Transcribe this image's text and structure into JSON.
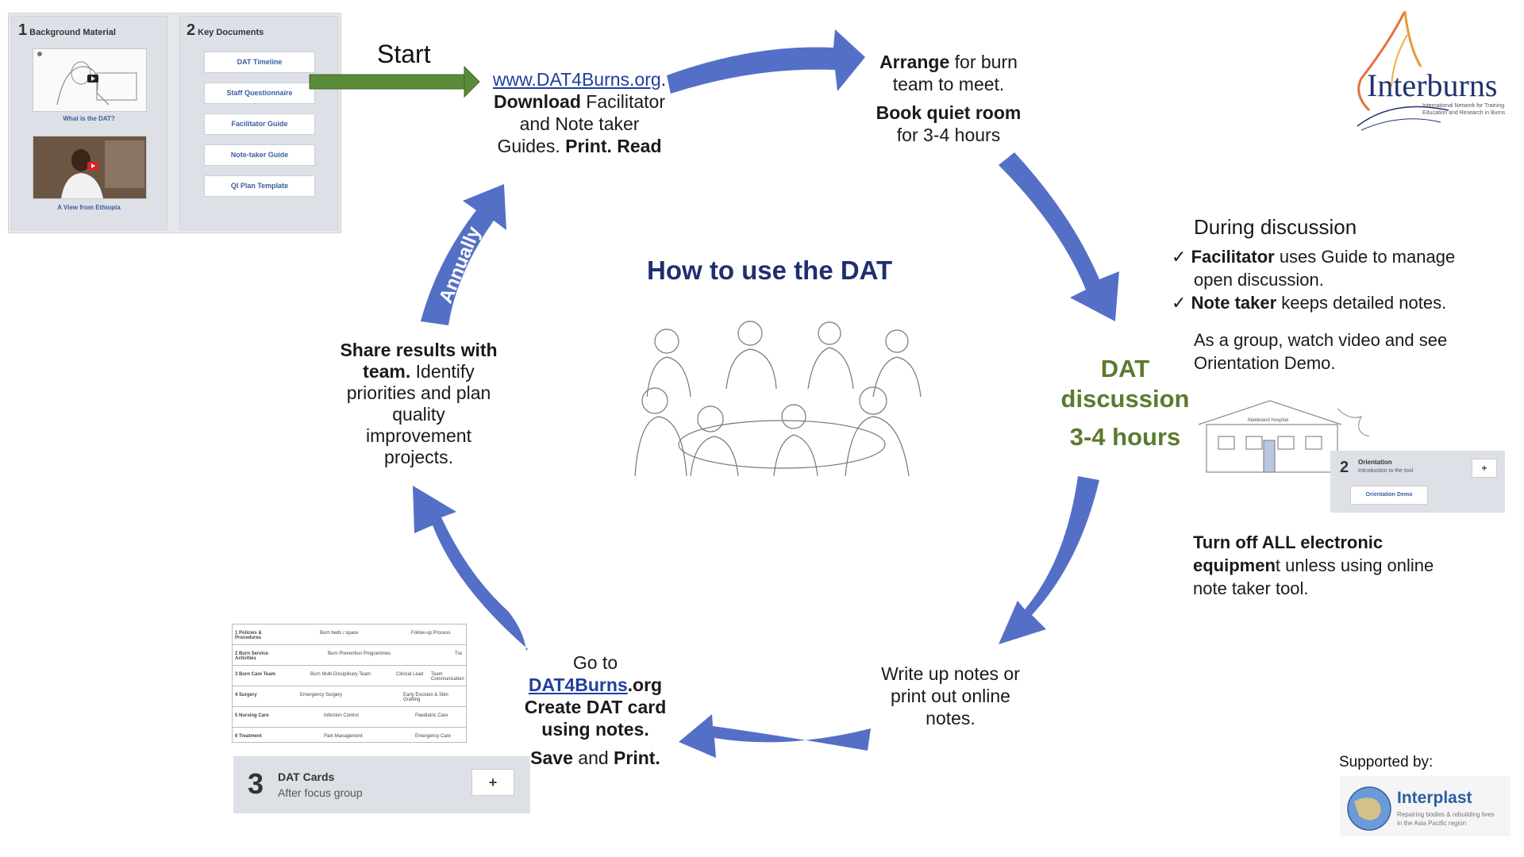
{
  "start_label": "Start",
  "panel_background": {
    "num": "1",
    "title": "Background Material",
    "thumb1_caption": "What is the DAT?",
    "thumb2_caption": "A View from Ethiopia"
  },
  "panel_documents": {
    "num": "2",
    "title": "Key Documents",
    "buttons": [
      "DAT Timeline",
      "Staff Questionnaire",
      "Facilitator Guide",
      "Note-taker Guide",
      "QI Plan Template"
    ]
  },
  "step_download": {
    "link": "www.DAT4Burns.org",
    "after_link": ".",
    "l1_bold": "Download",
    "l1_rest": " Facilitator",
    "l2": "and Note taker",
    "l3_rest": "Guides. ",
    "l3_bold": "Print. Read"
  },
  "step_arrange": {
    "l1_bold": "Arrange",
    "l1_rest": " for burn",
    "l2": "team to meet.",
    "l3_bold": "Book quiet room",
    "l4": "for 3-4 hours"
  },
  "logo_interburns": {
    "name": "Interburns",
    "tagline1": "International Network for Training",
    "tagline2": "Education and Research in Burns"
  },
  "during": {
    "heading": "During discussion",
    "item1_bold": "Facilitator",
    "item1_rest": " uses Guide to manage",
    "item1_rest2": "open discussion.",
    "item2_bold": "Note taker",
    "item2_rest": " keeps detailed notes.",
    "group_l1": "As a group, watch video and see",
    "group_l2": "Orientation Demo."
  },
  "dat_discussion": {
    "l1": "DAT",
    "l2": "discussion",
    "l3": "3-4 hours"
  },
  "orientation_card": {
    "hospital_sign": "Maldeland Hospital",
    "num": "2",
    "title": "Orientation",
    "subtitle": "Introduction to the tool",
    "button": "Orientation Demo",
    "plus": "+"
  },
  "turn_off": {
    "l1_bold": "Turn off ALL electronic",
    "l2_bold": "equipmen",
    "l2_rest": "t unless using online",
    "l3": "note taker tool."
  },
  "center": {
    "title": "How to use the DAT"
  },
  "annually_label": "Annually",
  "share_results": {
    "l1_bold": "Share results with",
    "l2_bold": "team.",
    "l2_rest": " Identify",
    "l3": "priorities and plan",
    "l4": "quality",
    "l5": "improvement",
    "l6": "projects."
  },
  "write_up": {
    "l1": "Write up notes or",
    "l2": "print out online",
    "l3": "notes."
  },
  "go_to": {
    "l1": "Go to",
    "link": "DAT4Burns",
    "link_rest": ".org",
    "l3": "Create DAT card",
    "l4": "using notes.",
    "l5_bold1": "Save",
    "l5_mid": " and ",
    "l5_bold2": "Print."
  },
  "dat_table": {
    "rows": [
      {
        "label": "1 Policies & Procedures",
        "c1": "Burn beds / space",
        "c2": "Follow-up Process"
      },
      {
        "label": "2 Burn Service Activities",
        "c1": "Burn Prevention Programmes",
        "c2": "Tra"
      },
      {
        "label": "3 Burn Care Team",
        "c1": "Burn Multi-Disciplinary Team",
        "c2": "Clinical Lead",
        "c3": "Team Communication"
      },
      {
        "label": "4 Surgery",
        "c1": "Emergency Surgery",
        "c2": "Early Excision & Skin Grafting"
      },
      {
        "label": "5 Nursing Care",
        "c1": "Infection Control",
        "c2": "Paediatric Care"
      },
      {
        "label": "6 Treatment",
        "c1": "Pain Management",
        "c2": "Emergency Care"
      }
    ]
  },
  "dat_cards": {
    "num": "3",
    "title": "DAT Cards",
    "subtitle": "After focus group",
    "plus": "+"
  },
  "supported": {
    "label": "Supported by:",
    "name": "Interplast",
    "tag1": "Repairing bodies & rebuilding lives",
    "tag2": "in the Asia Pacific region"
  },
  "colors": {
    "arrow_blue": "#5470c6",
    "start_arrow_green": "#5b8a3a",
    "title_navy": "#1f2f6f",
    "discussion_green": "#5b7a2f",
    "interburns_orange": "#e0743a",
    "interburns_navy": "#1f3270"
  }
}
